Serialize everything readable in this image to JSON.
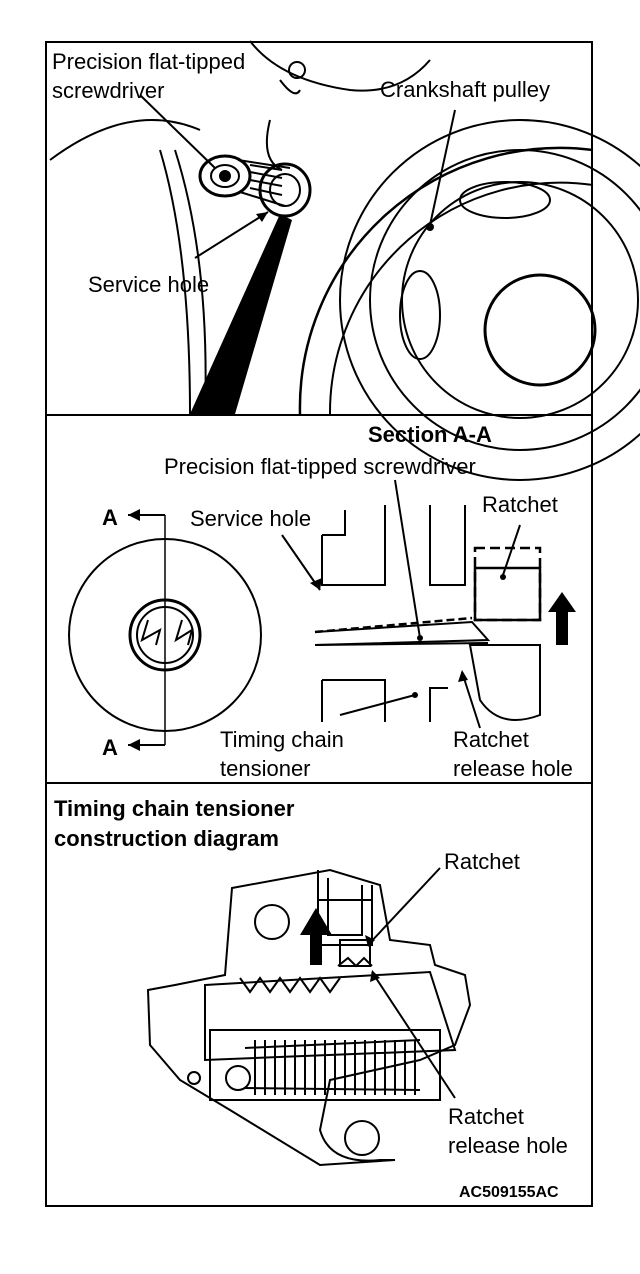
{
  "figure_code": "AC509155AC",
  "panel1": {
    "screwdriver_label_line1": "Precision flat-tipped",
    "screwdriver_label_line2": "screwdriver",
    "pulley_label": "Crankshaft pulley",
    "service_hole_label": "Service hole"
  },
  "panel2": {
    "section_title": "Section A-A",
    "screwdriver_label": "Precision flat-tipped screwdriver",
    "service_hole_label": "Service hole",
    "ratchet_label": "Ratchet",
    "section_marker_top": "A",
    "section_marker_bottom": "A",
    "tensioner_label_line1": "Timing chain",
    "tensioner_label_line2": "tensioner",
    "release_hole_label_line1": "Ratchet",
    "release_hole_label_line2": "release hole"
  },
  "panel3": {
    "title_line1": "Timing chain tensioner",
    "title_line2": "construction diagram",
    "ratchet_label": "Ratchet",
    "release_hole_label_line1": "Ratchet",
    "release_hole_label_line2": "release hole"
  }
}
